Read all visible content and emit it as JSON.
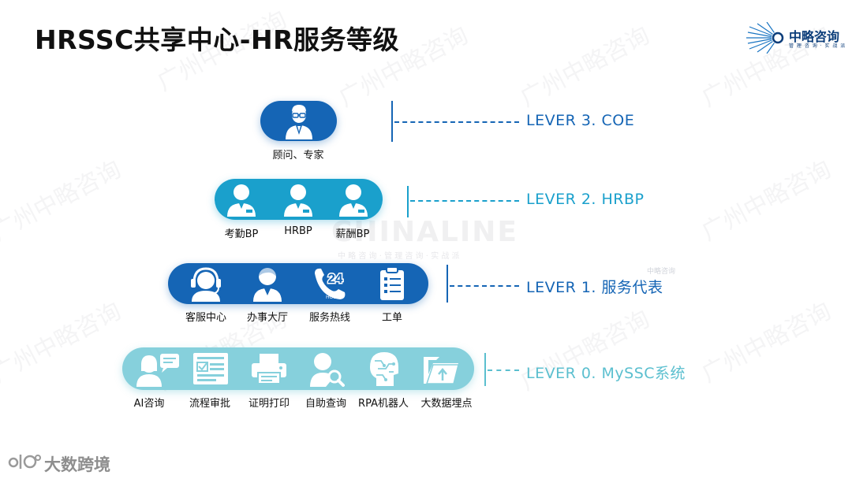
{
  "title": "HRSSC共享中心-HR服务等级",
  "logo": {
    "name": "中略咨询",
    "sub": "管 理 咨 询 · 实 战 派"
  },
  "watermarks": {
    "diagonal": "广州中略咨询",
    "center_big": "CHINALINE",
    "center_sub": "中 略 咨 询 · 管 理 咨 询 · 实 战 派",
    "small_logo": "中略咨询",
    "bottom_left": "大数跨境"
  },
  "levels": [
    {
      "lever": "LEVER 3.  COE",
      "color": "#1565b5",
      "items": [
        {
          "label": "顾问、专家",
          "icon": "expert-icon"
        }
      ]
    },
    {
      "lever": "LEVER 2.  HRBP",
      "color": "#1aa0cc",
      "items": [
        {
          "label": "考勤BP",
          "icon": "person-icon"
        },
        {
          "label": "HRBP",
          "icon": "person-icon"
        },
        {
          "label": "薪酬BP",
          "icon": "person-icon"
        }
      ]
    },
    {
      "lever": "LEVER 1.  服务代表",
      "color": "#1565b5",
      "items": [
        {
          "label": "客服中心",
          "icon": "headset-icon"
        },
        {
          "label": "办事大厅",
          "icon": "person-icon"
        },
        {
          "label": "服务热线",
          "icon": "phone-24-icon"
        },
        {
          "label": "工单",
          "icon": "clipboard-icon"
        }
      ]
    },
    {
      "lever": "LEVER 0.  MySSC系统",
      "color": "#5bbfcf",
      "items": [
        {
          "label": "AI咨询",
          "icon": "chat-person-icon"
        },
        {
          "label": "流程审批",
          "icon": "form-icon"
        },
        {
          "label": "证明打印",
          "icon": "printer-icon"
        },
        {
          "label": "自助查询",
          "icon": "search-person-icon"
        },
        {
          "label": "RPA机器人",
          "icon": "robot-head-icon"
        },
        {
          "label": "大数据埋点",
          "icon": "folder-upload-icon"
        }
      ]
    }
  ],
  "phone_icon_text": {
    "num": "24",
    "sub": "HOURS"
  }
}
